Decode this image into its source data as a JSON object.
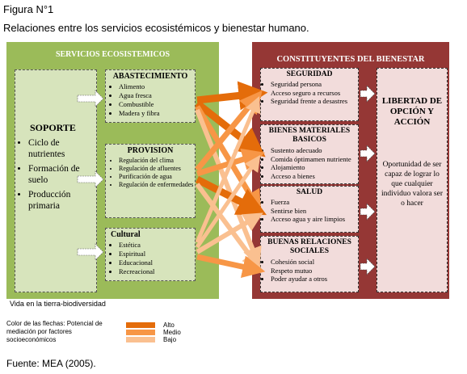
{
  "figure_label": "Figura N°1",
  "caption": "Relaciones entre los servicios ecosistémicos y bienestar humano.",
  "left_panel": {
    "title": "SERVICIOS ECOSISTEMICOS",
    "soporte": {
      "title": "SOPORTE",
      "items": [
        "Ciclo de nutrientes",
        "Formación de suelo",
        "Producción primaria"
      ]
    },
    "abastecimiento": {
      "title": "ABASTECIMIENTO",
      "items": [
        "Alimento",
        "Agua fresca",
        "Combustible",
        "Madera y fibra"
      ]
    },
    "provision": {
      "title": "PROVISION",
      "items": [
        "Regulación del clima",
        "Regulación de afluentes",
        "Purificación de agua",
        "Regulación de enfermedades"
      ]
    },
    "cultural": {
      "title": "Cultural",
      "items": [
        "Estética",
        "Espiritual",
        "Educacional",
        "Recreacional"
      ]
    }
  },
  "right_panel": {
    "title": "CONSTITUYENTES DEL BIENESTAR",
    "seguridad": {
      "title": "SEGURIDAD",
      "items": [
        "Seguridad persona",
        "Acceso seguro a recursos",
        "Seguridad frente a desastres"
      ]
    },
    "bienes": {
      "title": "BIENES MATERIALES BASICOS",
      "items": [
        "Sustento adecuado",
        "Comida óptimamen nutriente",
        "Alojamiento",
        "Acceso a bienes"
      ]
    },
    "salud": {
      "title": "SALUD",
      "items": [
        "Fuerza",
        "Sentirse bien",
        "Acceso agua y aire limpios"
      ]
    },
    "relaciones": {
      "title": "BUENAS RELACIONES SOCIALES",
      "items": [
        "Cohesión social",
        "Respeto mutuo",
        "Poder ayudar a otros"
      ]
    },
    "libertad": {
      "title": "LIBERTAD DE OPCIÓN Y ACCIÓN",
      "description": "Oportunidad de ser capaz de lograr lo que cualquier individuo valora ser o hacer"
    }
  },
  "footer_note": "Vida en la tierra-biodiversidad",
  "legend": {
    "heading": "Color de las flechas: Potencial de mediación por factores socioeconómicos",
    "entries": [
      {
        "label": "Alto",
        "color": "#e46c0a"
      },
      {
        "label": "Medio",
        "color": "#f79646"
      },
      {
        "label": "Bajo",
        "color": "#fac090"
      }
    ]
  },
  "source": "Fuente: MEA (2005)."
}
